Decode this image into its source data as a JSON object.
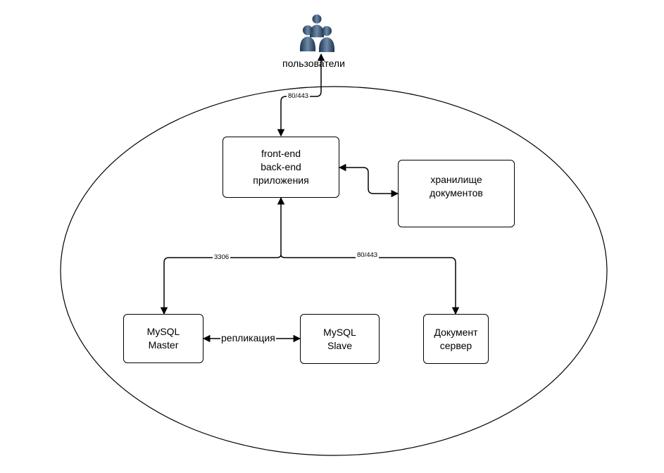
{
  "users": {
    "label": "пользователи",
    "icon": "users-group-icon"
  },
  "nodes": {
    "frontend": "front-end\nback-end\nприложения",
    "storage": "хранилище\nдокументов",
    "mysql_master": "MySQL\nMaster",
    "mysql_slave": "MySQL\nSlave",
    "doc_server": "Документ\nсервер"
  },
  "edges": {
    "users_port": "80/443",
    "mysql_port": "3306",
    "docserver_port": "80/443",
    "replication": "репликация"
  }
}
